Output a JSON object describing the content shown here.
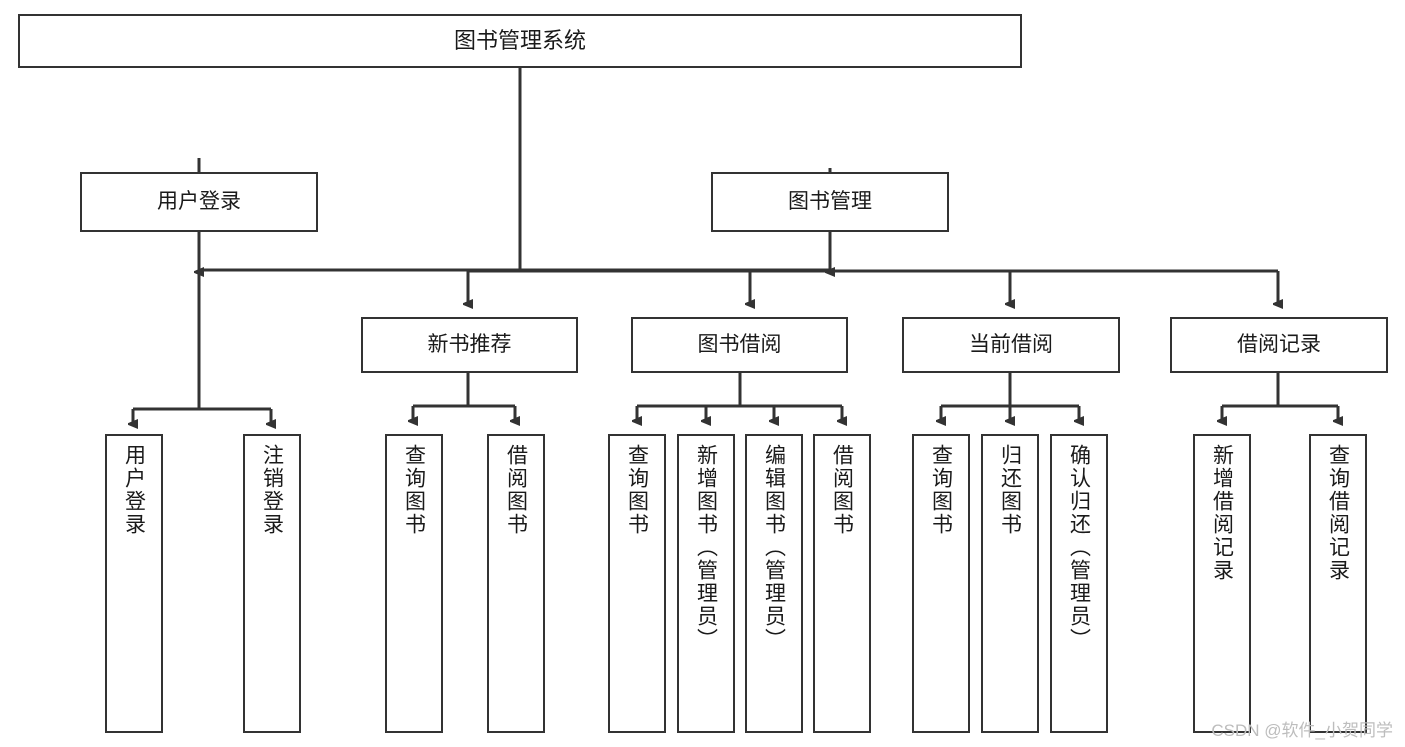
{
  "diagram": {
    "title": "图书管理系统",
    "type": "hierarchy-tree",
    "background_color": "#ffffff",
    "node_border_color": "#333333",
    "edge_color": "#333333",
    "levels": {
      "root": {
        "label": "图书管理系统"
      },
      "level2": [
        {
          "id": "user-login",
          "label": "用户登录"
        },
        {
          "id": "book-manage",
          "label": "图书管理"
        }
      ],
      "level3": [
        {
          "id": "new-book-recommend",
          "label": "新书推荐"
        },
        {
          "id": "book-borrow",
          "label": "图书借阅"
        },
        {
          "id": "current-borrow",
          "label": "当前借阅"
        },
        {
          "id": "borrow-record",
          "label": "借阅记录"
        }
      ],
      "leaves": {
        "user-login": [
          {
            "id": "leaf-user-login",
            "label": "用户登录"
          },
          {
            "id": "leaf-user-logout",
            "label": "注销登录"
          }
        ],
        "new-book-recommend": [
          {
            "id": "leaf-query-book-1",
            "label": "查询图书"
          },
          {
            "id": "leaf-borrow-book-1",
            "label": "借阅图书"
          }
        ],
        "book-borrow": [
          {
            "id": "leaf-query-book-2",
            "label": "查询图书"
          },
          {
            "id": "leaf-add-book",
            "label": "新增图书（管理员）"
          },
          {
            "id": "leaf-edit-book",
            "label": "编辑图书（管理员）"
          },
          {
            "id": "leaf-borrow-book-2",
            "label": "借阅图书"
          }
        ],
        "current-borrow": [
          {
            "id": "leaf-query-book-3",
            "label": "查询图书"
          },
          {
            "id": "leaf-return-book",
            "label": "归还图书"
          },
          {
            "id": "leaf-confirm-return",
            "label": "确认归还（管理员）"
          }
        ],
        "borrow-record": [
          {
            "id": "leaf-add-record",
            "label": "新增借阅记录"
          },
          {
            "id": "leaf-query-record",
            "label": "查询借阅记录"
          }
        ]
      }
    }
  },
  "watermark": {
    "text": "CSDN @软件_小贺同学",
    "color": "#bdbdbd"
  }
}
